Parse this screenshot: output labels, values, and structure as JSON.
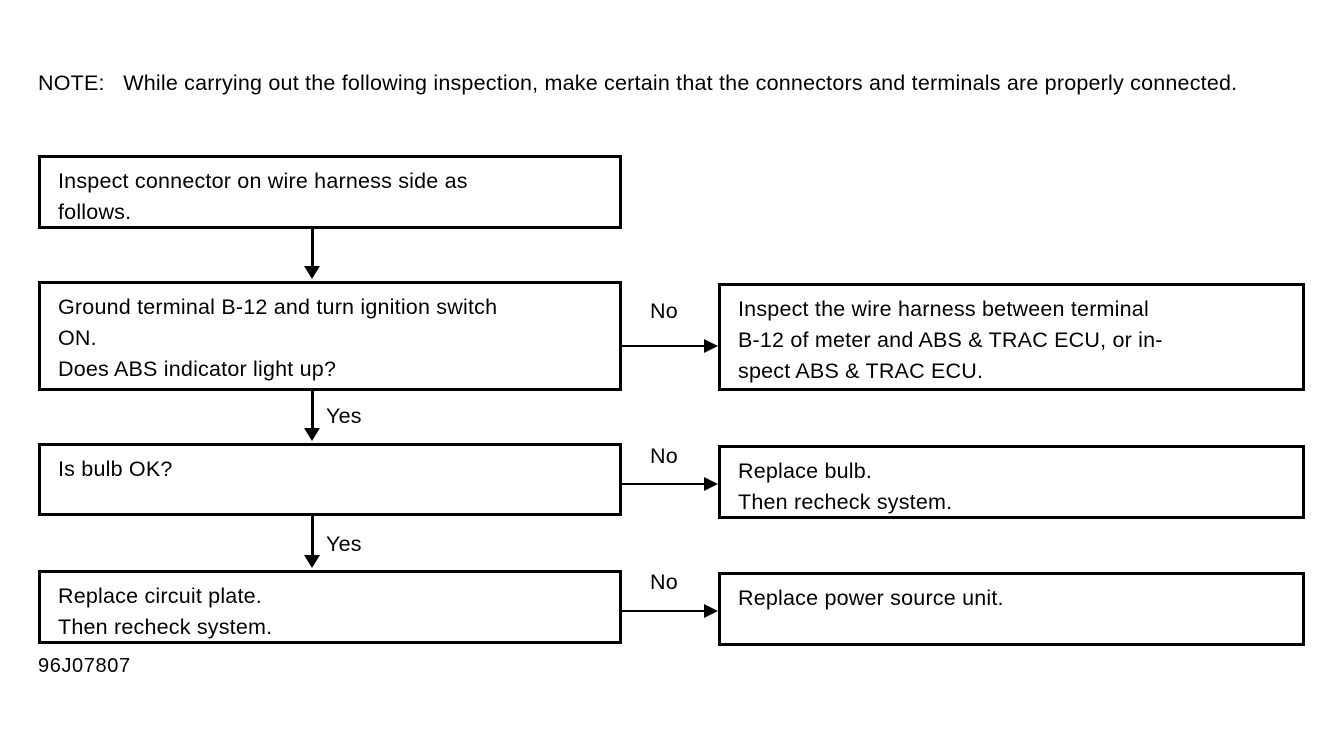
{
  "document": {
    "note": {
      "label": "NOTE:",
      "text": "NOTE:   While carrying out the following inspection, make certain that the connectors and terminals are properly connected."
    },
    "reference_code": "96J07807",
    "ink_color": "#000000",
    "background_color": "#ffffff"
  },
  "flow": {
    "boxes": [
      {
        "id": "inspect-connector",
        "text": "Inspect connector on wire harness side as\nfollows."
      },
      {
        "id": "ground-terminal",
        "text": "Ground terminal B-12 and turn ignition switch\nON.\nDoes ABS indicator light up?"
      },
      {
        "id": "inspect-wire-harness",
        "text": "Inspect the wire harness between terminal\nB-12 of meter and ABS & TRAC ECU, or in-\nspect ABS & TRAC ECU."
      },
      {
        "id": "is-bulb-ok",
        "text": "Is bulb OK?"
      },
      {
        "id": "replace-bulb",
        "text": "Replace bulb.\nThen recheck system."
      },
      {
        "id": "replace-circuit-plate",
        "text": "Replace circuit plate.\nThen recheck system."
      },
      {
        "id": "replace-power-source",
        "text": "Replace power source unit."
      }
    ],
    "edge_labels": {
      "no_1": "No",
      "no_2": "No",
      "no_3": "No",
      "yes_1": "Yes",
      "yes_2": "Yes"
    }
  },
  "chart_data": {
    "type": "diagram",
    "title": "ABS indicator light troubleshooting flowchart",
    "nodes": [
      {
        "id": "inspect-connector",
        "label": "Inspect connector on wire harness side as follows.",
        "column": "left",
        "row": 1
      },
      {
        "id": "ground-terminal",
        "label": "Ground terminal B-12 and turn ignition switch ON. Does ABS indicator light up?",
        "column": "left",
        "row": 2
      },
      {
        "id": "inspect-wire-harness",
        "label": "Inspect the wire harness between terminal B-12 of meter and ABS & TRAC ECU, or inspect ABS & TRAC ECU.",
        "column": "right",
        "row": 2
      },
      {
        "id": "is-bulb-ok",
        "label": "Is bulb OK?",
        "column": "left",
        "row": 3
      },
      {
        "id": "replace-bulb",
        "label": "Replace bulb. Then recheck system.",
        "column": "right",
        "row": 3
      },
      {
        "id": "replace-circuit-plate",
        "label": "Replace circuit plate. Then recheck system.",
        "column": "left",
        "row": 4
      },
      {
        "id": "replace-power-source",
        "label": "Replace power source unit.",
        "column": "right",
        "row": 4
      }
    ],
    "edges": [
      {
        "from": "inspect-connector",
        "to": "ground-terminal",
        "label": "",
        "direction": "down"
      },
      {
        "from": "ground-terminal",
        "to": "inspect-wire-harness",
        "label": "No",
        "direction": "right"
      },
      {
        "from": "ground-terminal",
        "to": "is-bulb-ok",
        "label": "Yes",
        "direction": "down"
      },
      {
        "from": "is-bulb-ok",
        "to": "replace-bulb",
        "label": "No",
        "direction": "right"
      },
      {
        "from": "is-bulb-ok",
        "to": "replace-circuit-plate",
        "label": "Yes",
        "direction": "down"
      },
      {
        "from": "replace-circuit-plate",
        "to": "replace-power-source",
        "label": "No",
        "direction": "right"
      }
    ]
  }
}
